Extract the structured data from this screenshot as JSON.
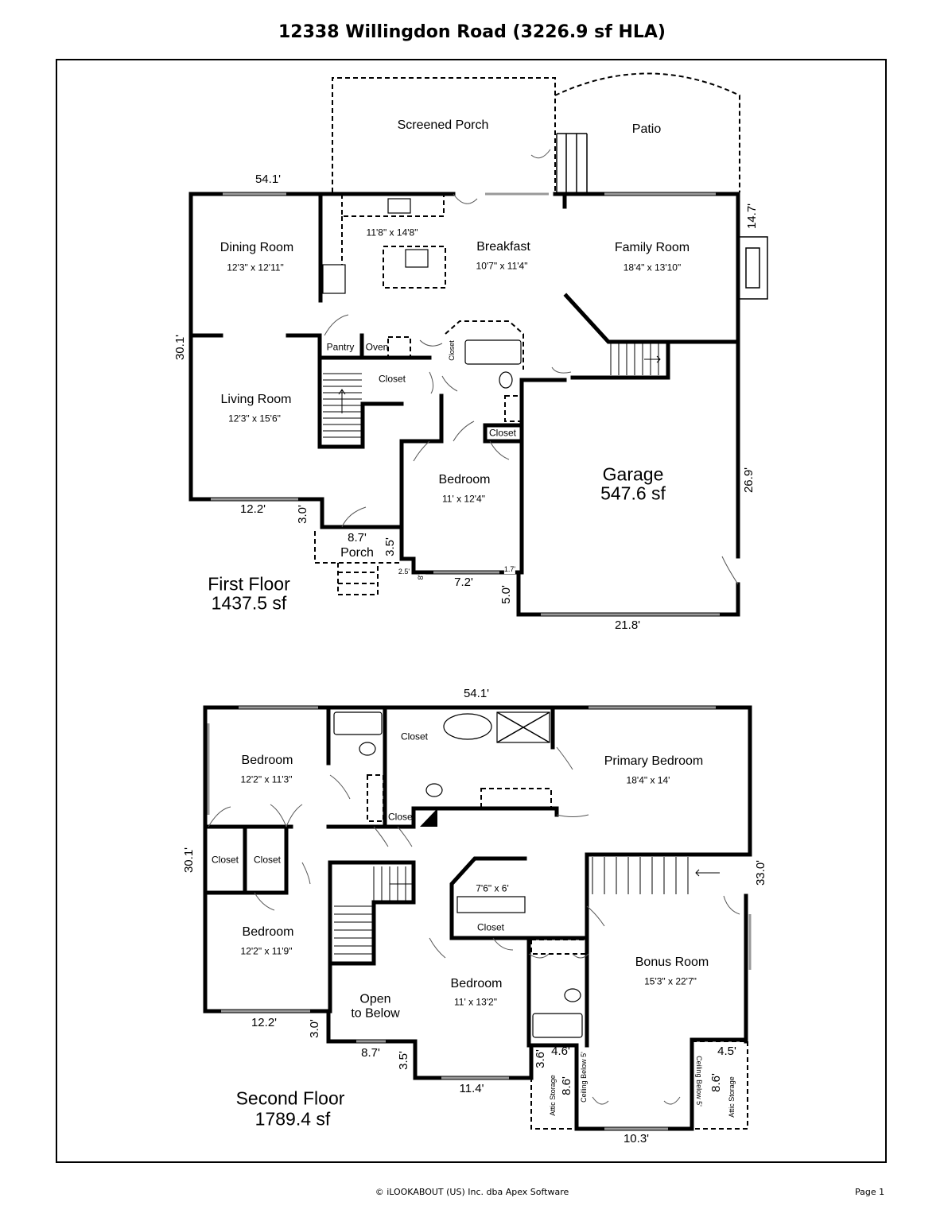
{
  "title": "12338 Willingdon Road (3226.9 sf HLA)",
  "first_floor": {
    "name": "First Floor",
    "area": "1437.5 sf",
    "rooms": {
      "screened_porch": {
        "name": "Screened Porch"
      },
      "patio": {
        "name": "Patio"
      },
      "dining_room": {
        "name": "Dining Room",
        "size": "12'3\" x 12'11\""
      },
      "kitchen": {
        "size": "11'8\" x 14'8\""
      },
      "breakfast": {
        "name": "Breakfast",
        "size": "10'7\" x 11'4\""
      },
      "family_room": {
        "name": "Family Room",
        "size": "18'4\" x 13'10\""
      },
      "pantry": {
        "name": "Pantry"
      },
      "oven": {
        "name": "Oven"
      },
      "closet_a": {
        "name": "Closet"
      },
      "closet_b": {
        "name": "Closet"
      },
      "closet_c": {
        "name": "Closet"
      },
      "living_room": {
        "name": "Living Room",
        "size": "12'3\" x 15'6\""
      },
      "bedroom": {
        "name": "Bedroom",
        "size": "11' x 12'4\""
      },
      "porch": {
        "name": "Porch"
      },
      "garage": {
        "name": "Garage",
        "area": "547.6 sf"
      }
    },
    "dimensions": [
      "54.1'",
      "14.7'",
      "30.1'",
      "12.2'",
      "3.0'",
      "8.7'",
      "3.5'",
      "2.5'",
      "8'",
      "7.2'",
      "1.7'",
      "5.0'",
      "21.8'",
      "26.9'"
    ]
  },
  "second_floor": {
    "name": "Second Floor",
    "area": "1789.4 sf",
    "rooms": {
      "bedroom_nw": {
        "name": "Bedroom",
        "size": "12'2\" x 11'3\""
      },
      "closet_top": {
        "name": "Closet"
      },
      "closet_small": {
        "name": "Closet"
      },
      "primary_bedroom": {
        "name": "Primary Bedroom",
        "size": "18'4\" x 14'"
      },
      "closet_w1": {
        "name": "Closet"
      },
      "closet_w2": {
        "name": "Closet"
      },
      "laundry": {
        "size": "7'6\" x 6'"
      },
      "closet_mid": {
        "name": "Closet"
      },
      "bedroom_sw": {
        "name": "Bedroom",
        "size": "12'2\" x 11'9\""
      },
      "open_below": {
        "name": "Open\nto Below"
      },
      "bedroom_s": {
        "name": "Bedroom",
        "size": "11' x 13'2\""
      },
      "bonus_room": {
        "name": "Bonus Room",
        "size": "15'3\" x 22'7\""
      },
      "attic_storage_l": {
        "name": "Attic Storage"
      },
      "attic_storage_r": {
        "name": "Attic Storage"
      },
      "ceiling_below_l": {
        "name": "Ceiling Below 5'"
      },
      "ceiling_below_r": {
        "name": "Ceiling Below 5'"
      }
    },
    "dimensions": [
      "54.1'",
      "30.1'",
      "33.0'",
      "12.2'",
      "3.0'",
      "8.7'",
      "3.5'",
      "11.4'",
      "3.6'",
      "4.6'",
      "8.6'",
      "8.6'",
      "4.5'",
      "10.3'"
    ]
  },
  "footer": {
    "copyright": "© iLOOKABOUT (US) Inc. dba Apex Software",
    "page": "Page 1"
  }
}
